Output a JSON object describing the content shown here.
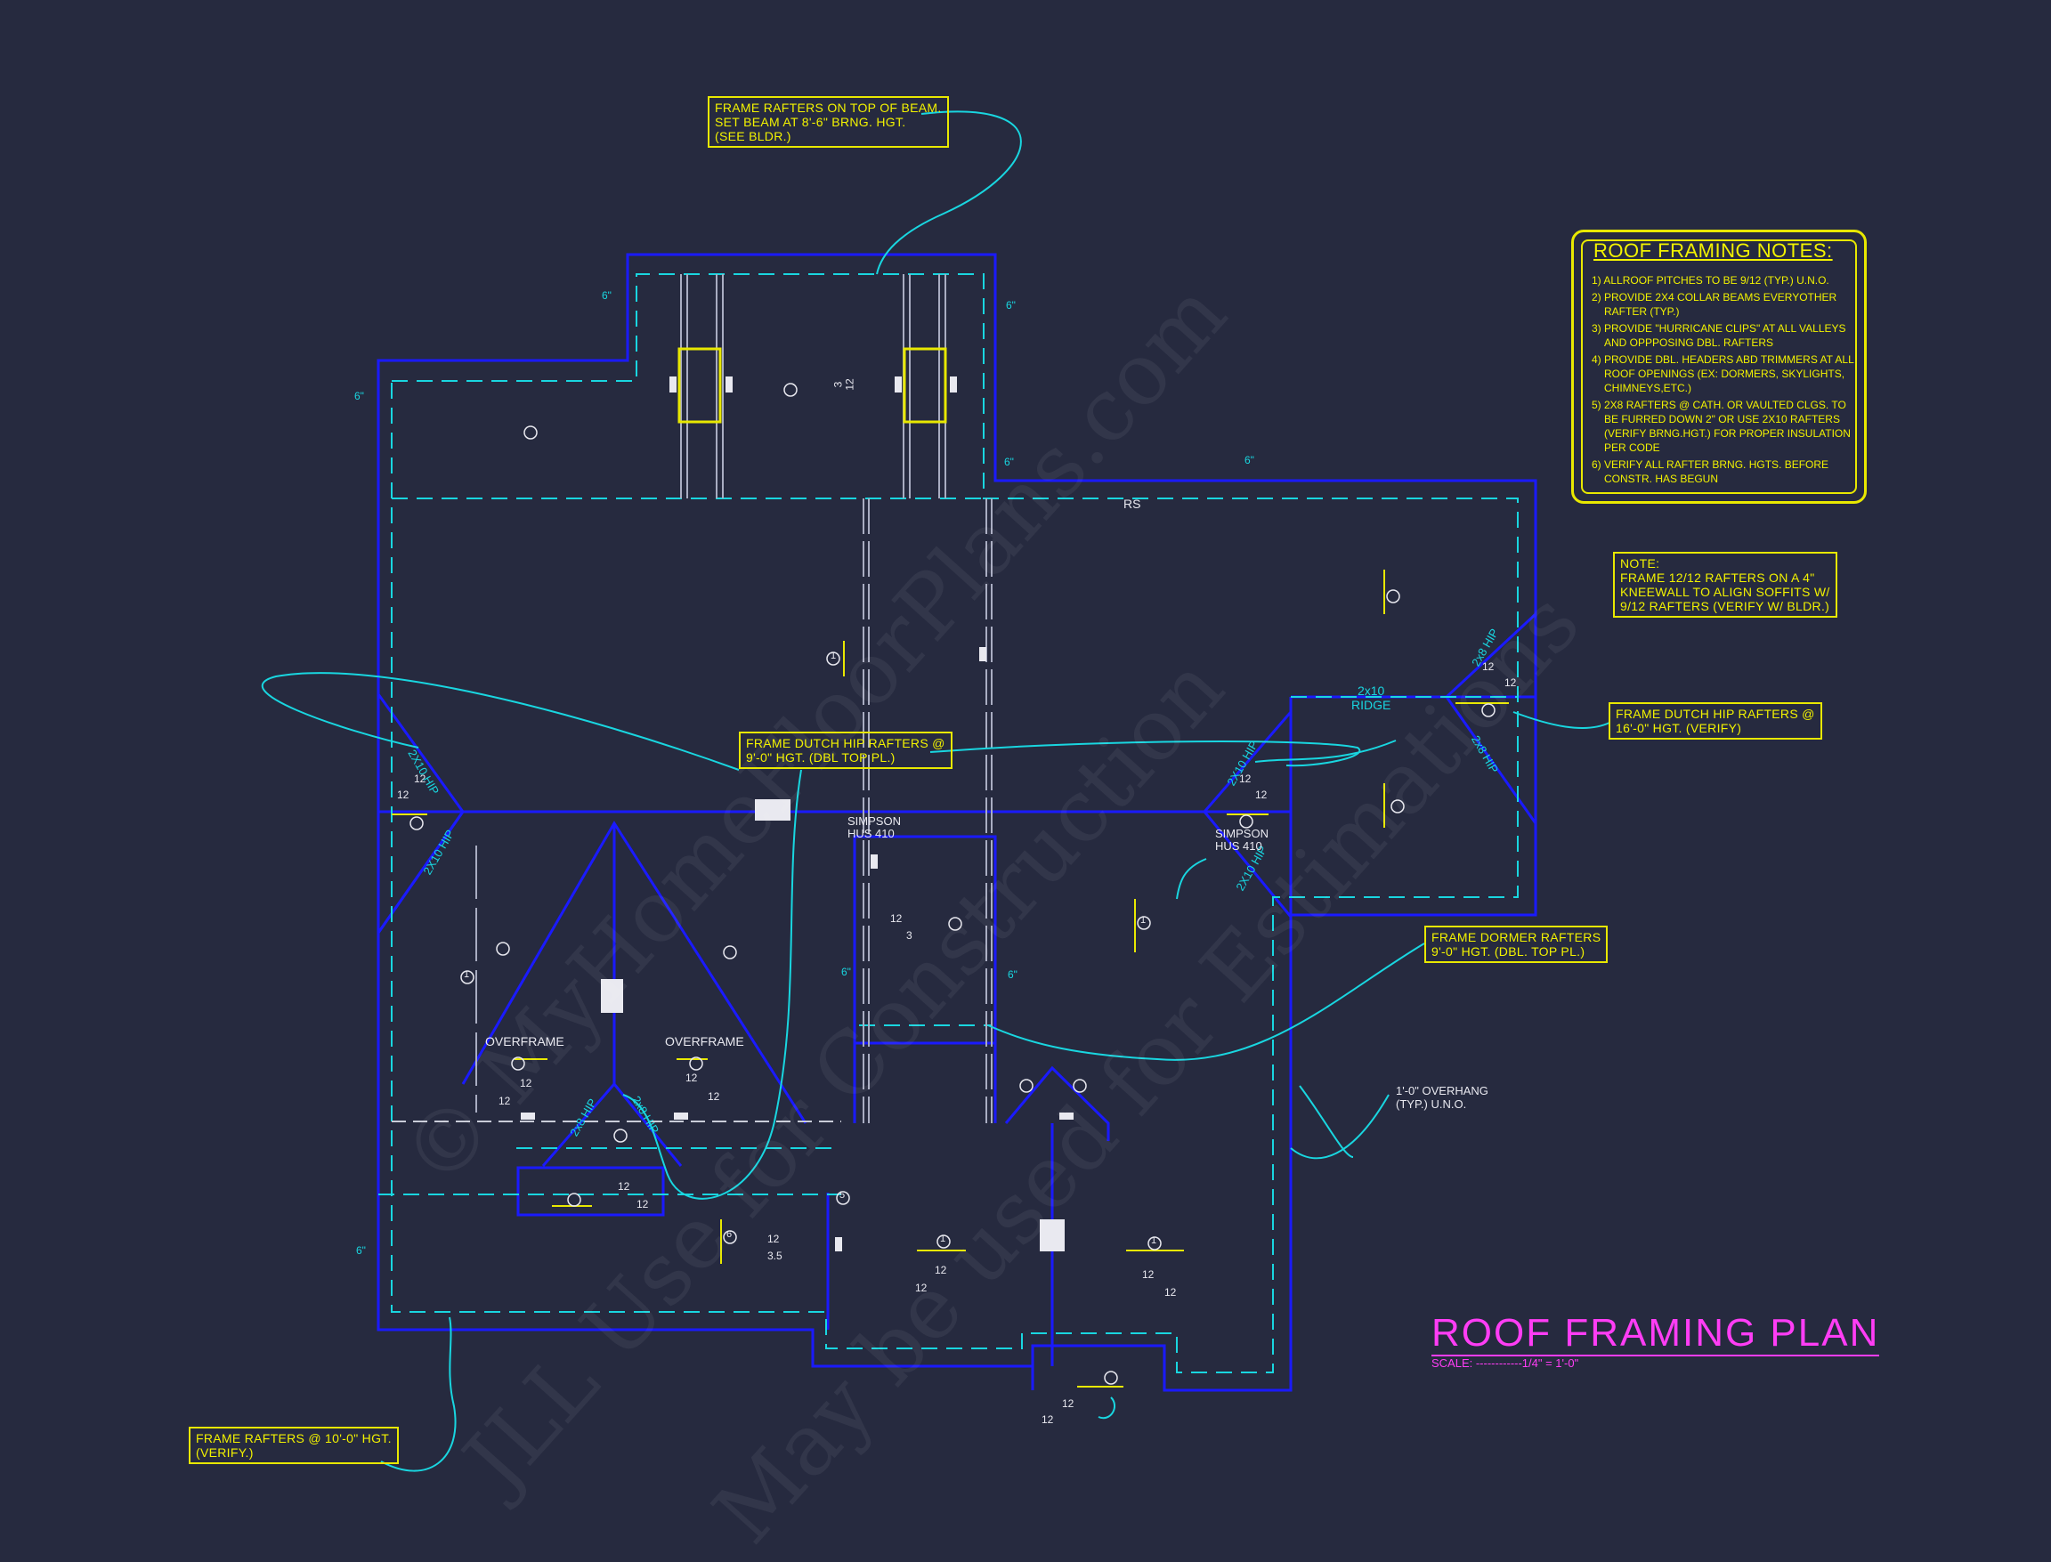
{
  "title": "ROOF FRAMING PLAN",
  "scale": "SCALE: ------------1/4\" = 1'-0\"",
  "notes": {
    "heading": "ROOF FRAMING NOTES:",
    "items": [
      "1) ALLROOF PITCHES TO BE 9/12 (TYP.) U.N.O.",
      "2) PROVIDE 2x4 COLLAR BEAMS EVERYOTHER RAFTER (TYP.)",
      "3) PROVIDE \"HURRICANE CLIPS\" AT ALL VALLEYS AND OPPPOSING DBL. RAFTERS",
      "4) PROVIDE DBL. HEADERS ABD TRIMMERS AT ALL ROOF OPENINGS (EX: DORMERS, SKYLIGHTS, CHIMNEYS,ETC.)",
      "5) 2x8 RAFTERS @ CATH. OR VAULTED CLGS. TO BE FURRED DOWN 2\" OR USE 2x10 RAFTERS (VERIFY BRNG.HGT.) FOR PROPER INSULATION PER CODE",
      "6) VERIFY ALL RAFTER BRNG. HGTS. BEFORE CONSTR. HAS BEGUN"
    ]
  },
  "callouts": {
    "beam": [
      "FRAME RAFTERS ON TOP OF BEAM.",
      "SET BEAM AT 8'-6\" BRNG. HGT.",
      "(SEE BLDR.)"
    ],
    "kneewall": [
      "NOTE:",
      "FRAME 12/12 RAFTERS ON A 4\"",
      "KNEEWALL TO ALIGN SOFFITS W/",
      "9/12 RAFTERS (VERIFY W/ BLDR.)"
    ],
    "dutch_right": [
      "FRAME DUTCH HIP RAFTERS @",
      "16'-0\" HGT. (VERIFY)"
    ],
    "dutch_center": [
      "FRAME DUTCH HIP RAFTERS @",
      "9'-0\" HGT. (DBL TOP PL.)"
    ],
    "dormer": [
      "FRAME DORMER RAFTERS",
      "9'-0\" HGT. (DBL. TOP PL.)"
    ],
    "rafters10": [
      "FRAME RAFTERS @ 10'-0\" HGT.",
      "(VERIFY.)"
    ]
  },
  "overhang": [
    "1'-0\" OVERHANG",
    "(TYP.) U.N.O."
  ],
  "simpson_left": [
    "SIMPSON",
    "HUS 410"
  ],
  "simpson_right": [
    "SIMPSON",
    "HUS 410"
  ],
  "overframe_left": "OVERFRAME",
  "overframe_right": "OVERFRAME",
  "ridge": [
    "2x10",
    "RIDGE"
  ],
  "rs": "RS",
  "dims": {
    "six": "6\""
  },
  "pitch": {
    "twelve": "12",
    "three": "3",
    "three5": "3.5"
  },
  "hip_labels": {
    "hip_2x10": "2X10 HIP",
    "hip_2x8": "2x8 HIP"
  },
  "circle_marks": {
    "one": "1",
    "five": "5",
    "six": "6"
  },
  "watermark": [
    "© MyHomeFloorPlans.com",
    "JLL Use for Construction",
    "May be used for Estimations"
  ],
  "colors": {
    "background": "#262a3f",
    "wall": "#1a1aff",
    "dashed": "#19d6e0",
    "note": "#f2f200",
    "title": "#ff3df5"
  }
}
